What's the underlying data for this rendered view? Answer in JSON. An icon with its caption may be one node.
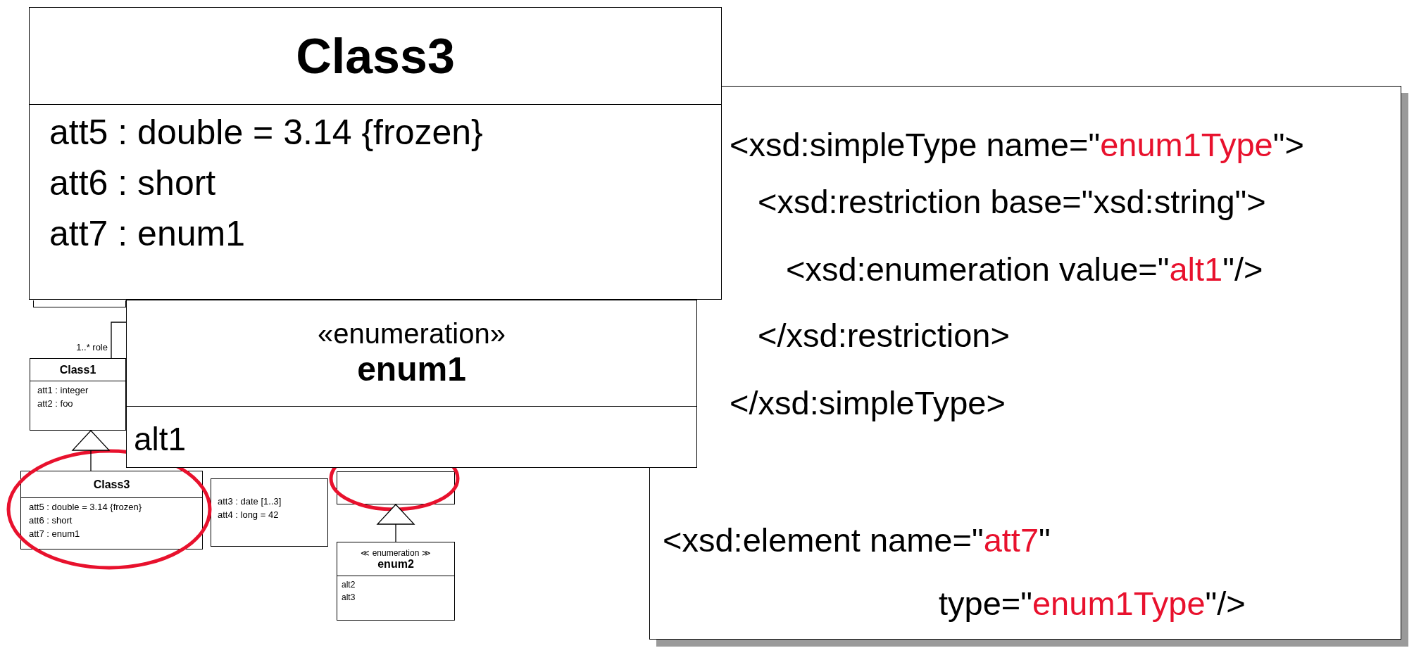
{
  "diagram": {
    "nodes": [
      {
        "text": [
          "Class3",
          "att5 : double = 3.14 {frozen}",
          "att6 : short",
          "att7 : enum1"
        ]
      },
      {
        "text": [
          "<xsd:simpleType name=\"*enum1Type*\">",
          "<xsd:restriction base=\"xsd:string\">",
          "<xsd:enumeration value=\"*alt1*\"/>",
          "</xsd:restriction>",
          "</xsd:simpleType>",
          "<xsd:element name=\"*att7*\"",
          "type=\"*enum1Type*\"/>"
        ]
      },
      {
        "text": [
          "«enumeration»",
          "enum1",
          "alt1"
        ]
      },
      {
        "text": [],
        "shape": "box"
      },
      {
        "text": [
          "Class1",
          "att1 : integer",
          "att2 : foo"
        ]
      },
      {
        "text": [
          "Class3",
          "att5 : double = 3.14 {frozen}",
          "att6 : short",
          "att7 : enum1"
        ]
      },
      {
        "text": [
          "att3 : date [1..3]",
          "att4 : long = 42"
        ]
      },
      {
        "text": [],
        "shape": "box"
      },
      {
        "text": [
          "≪ enumeration ≫",
          "enum2",
          "alt2",
          "alt3"
        ]
      }
    ],
    "edges": [
      {
        "from": 5,
        "to": 4,
        "arrow": "to"
      },
      {
        "from": 8,
        "to": 7,
        "arrow": "to"
      },
      {
        "from": 4,
        "to": 2,
        "arrow": "none",
        "label": "1..* role"
      }
    ]
  }
}
